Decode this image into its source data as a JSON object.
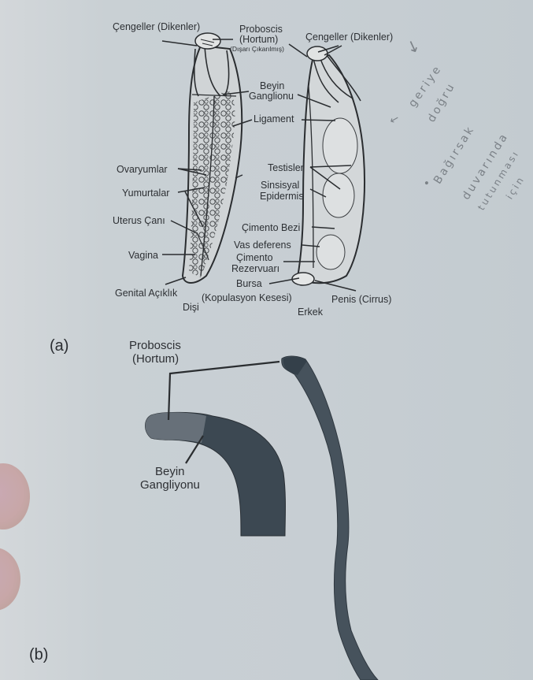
{
  "figure_a": {
    "panel_label": "(a)",
    "female": {
      "caption": "Dişi",
      "labels": {
        "hooks": "Çengeller (Dikenler)",
        "ovaries": "Ovaryumlar",
        "eggs": "Yumurtalar",
        "uterine_bell": "Uterus Çanı",
        "vagina": "Vagina",
        "genital_pore": "Genital Açıklık"
      }
    },
    "shared_labels": {
      "proboscis_line1": "Proboscis",
      "proboscis_line2": "(Hortum)",
      "proboscis_note": "(Dışarı Çıkarılmış)",
      "brain_line1": "Beyin",
      "brain_line2": "Ganglionu",
      "ligament": "Ligament",
      "syncytial_line1": "Sinsisyal",
      "syncytial_line2": "Epidermis"
    },
    "male": {
      "caption": "Erkek",
      "labels": {
        "hooks": "Çengeller (Dikenler)",
        "testes": "Testisler",
        "cement_gland": "Çimento Bezi",
        "vas_deferens": "Vas deferens",
        "cement_reservoir_line1": "Çimento",
        "cement_reservoir_line2": "Rezervuarı",
        "bursa_line1": "Bursa",
        "bursa_line2": "(Kopulasyon Kesesi)",
        "penis": "Penis (Cirrus)"
      }
    }
  },
  "figure_b": {
    "panel_label": "(b)",
    "labels": {
      "proboscis_line1": "Proboscis",
      "proboscis_line2": "(Hortum)",
      "brain_line1": "Beyin",
      "brain_line2": "Gangliyonu"
    }
  },
  "handwritten_notes": {
    "check_mark": "↓",
    "note1_arrow": "←",
    "note1_line1": "geriye",
    "note1_line2": "doğru",
    "note2_bullet": "•",
    "note2_line1": "Bağırsak",
    "note2_line2": "duvarında",
    "note2_line3": "tutunması",
    "note2_line4": "için"
  },
  "colors": {
    "paper": "#c7ced3",
    "ink": "#2d3034",
    "worm_dark": "#3a4650",
    "worm_mid": "#56626c",
    "pencil": "#7b8187"
  }
}
